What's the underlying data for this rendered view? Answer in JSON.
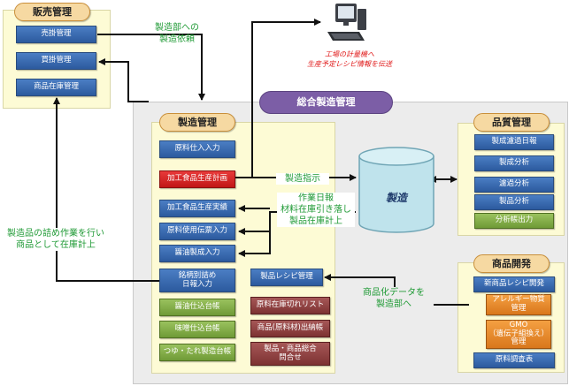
{
  "sales": {
    "title": "販売管理",
    "items": [
      "売掛管理",
      "買掛管理",
      "商品在庫管理"
    ]
  },
  "sales_to_production_label": "製造部への\n製造依頼",
  "computer_label": "工場の計量機へ\n生産予定レシピ情報を伝送",
  "integrated_title": "総合製造管理",
  "production": {
    "title": "製造管理",
    "items": {
      "raw_receipt": "原料仕入入力",
      "processed_plan": "加工食品生産計画",
      "processed_actual": "加工食品生産実績",
      "raw_usage": "原料使用伝票入力",
      "soy_output": "醤油製成入力",
      "brand_packing": "銘柄別詰め\n日報入力",
      "recipe": "製品レシピ管理",
      "soy_ledger": "醤油仕込台帳",
      "miso_ledger": "味噌仕込台帳",
      "sauce_ledger": "つゆ・たれ製造台帳",
      "raw_shortage": "原料在庫切れリスト",
      "stock_ledger": "商品(原料材)出納帳",
      "inquiry": "製品・商品総合\n問合せ"
    }
  },
  "manufacturing_label": "製造",
  "instruction_label": "製造指示",
  "report_label": "作業日報\n材料在庫引き落し\n製品在庫計上",
  "packing_label": "製造品の詰め作業を行い\n商品として在庫計上",
  "quality": {
    "title": "品質管理",
    "items": [
      "製成濾過日報",
      "製成分析",
      "濾過分析",
      "製品分析",
      "分析帳出力"
    ]
  },
  "development": {
    "title": "商品開発",
    "items": {
      "new_recipe": "新商品レシピ開発",
      "allergy": "アレルギー物質\n管理",
      "gmo": "GMO\n（遺伝子組換え）\n管理",
      "raw_survey": "原料調査表"
    }
  },
  "dev_to_production_label": "商品化データを\n製造部へ",
  "colors": {
    "module_blue": "#2c5a9e",
    "module_red": "#c11616",
    "module_green": "#6f9a36",
    "module_maroon": "#7d3232",
    "module_orange": "#d9771c",
    "pill": "#f6d9a2",
    "integrated_pill": "#7c5ea6",
    "label_green": "#1f9a35",
    "label_red": "#e01818",
    "cylinder": "#bfe3ec"
  }
}
